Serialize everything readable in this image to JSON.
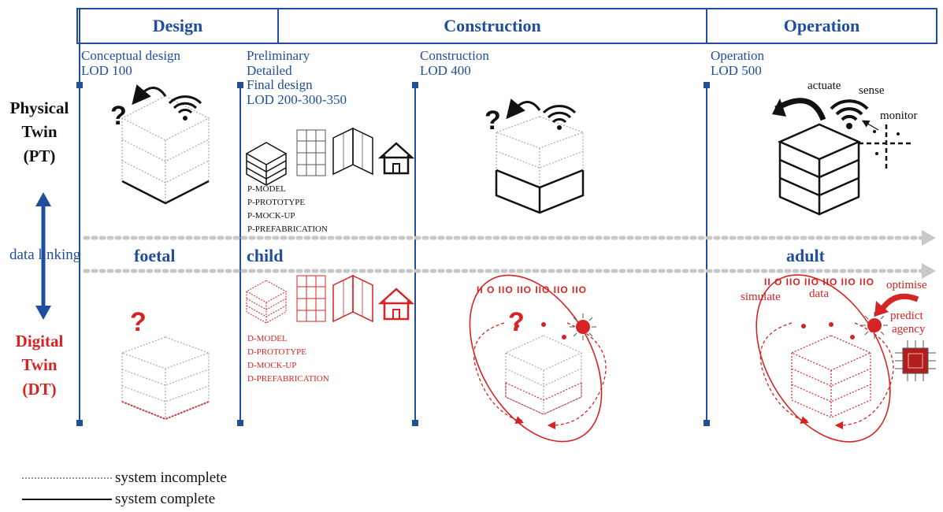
{
  "phases": {
    "design": "Design",
    "construction": "Construction",
    "operation": "Operation"
  },
  "stages": {
    "conceptual": {
      "line1": "Conceptual design",
      "line2": "LOD 100"
    },
    "preliminary": {
      "line1": "Preliminary",
      "line2": "Detailed",
      "line3": "Final design",
      "line4": "LOD 200-300-350"
    },
    "construction": {
      "line1": "Construction",
      "line2": "LOD 400"
    },
    "operation": {
      "line1": "Operation",
      "line2": "LOD 500"
    }
  },
  "twins": {
    "physical": {
      "line1": "Physical",
      "line2": "Twin",
      "line3": "(PT)"
    },
    "digital": {
      "line1": "Digital",
      "line2": "Twin",
      "line3": "(DT)"
    },
    "linking": "data linking"
  },
  "maturity": {
    "foetal": "foetal",
    "child": "child",
    "adult": "adult"
  },
  "physical_items": [
    "P-MODEL",
    "P-PROTOTYPE",
    "P-MOCK-UP",
    "P-PREFABRICATION"
  ],
  "digital_items": [
    "D-MODEL",
    "D-PROTOTYPE",
    "D-MOCK-UP",
    "D-PREFABRICATION"
  ],
  "labels": {
    "actuate": "actuate",
    "sense": "sense",
    "monitor": "monitor",
    "simulate": "simulate",
    "data": "data",
    "optimise": "optimise",
    "predict": "predict",
    "agency": "agency",
    "question": "?",
    "binary_a": "II O IIO IIO  IIO IIO IIO",
    "binary_b": "II O IIO IIO  IIO IIO IIO"
  },
  "legend": {
    "incomplete": "system incomplete",
    "complete": "system complete"
  },
  "colors": {
    "blue": "#1f4e9c",
    "red": "#d62424",
    "grey": "#c8c8c8",
    "black": "#111111"
  }
}
